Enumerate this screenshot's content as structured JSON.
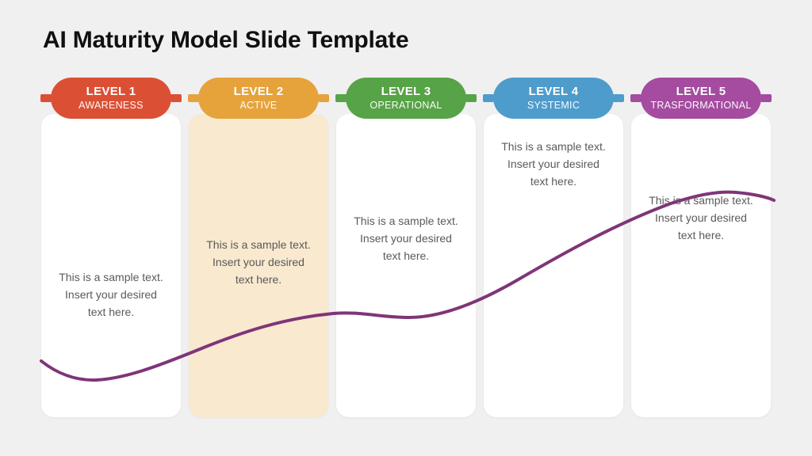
{
  "slide": {
    "title": "AI Maturity Model Slide Template",
    "background_color": "#F0F0F1"
  },
  "levels": [
    {
      "label": "LEVEL 1",
      "name": "AWARENESS",
      "color": "#DB5034",
      "card_bg": "#FFFFFF",
      "lines": [
        "This is a sample text.",
        "Insert your desired",
        "text here."
      ]
    },
    {
      "label": "LEVEL 2",
      "name": "ACTIVE",
      "color": "#E6A33C",
      "card_bg": "#F8E9CF",
      "lines": [
        "This is a sample text.",
        "Insert your desired",
        "text here."
      ]
    },
    {
      "label": "LEVEL 3",
      "name": "OPERATIONAL",
      "color": "#57A347",
      "card_bg": "#FFFFFF",
      "lines": [
        "This is a sample text.",
        "Insert your desired",
        "text here."
      ]
    },
    {
      "label": "LEVEL 4",
      "name": "SYSTEMIC",
      "color": "#4E9CCB",
      "card_bg": "#FFFFFF",
      "lines": [
        "This is a sample text.",
        "Insert your desired",
        "text here."
      ]
    },
    {
      "label": "LEVEL 5",
      "name": "TRASFORMATIONAL",
      "color": "#A54BA0",
      "card_bg": "#FFFFFF",
      "lines": [
        "This is a sample text.",
        "Insert your desired",
        "text here."
      ]
    }
  ],
  "curve": {
    "color": "#7F3578",
    "meaning": "maturity-progression-curve"
  }
}
